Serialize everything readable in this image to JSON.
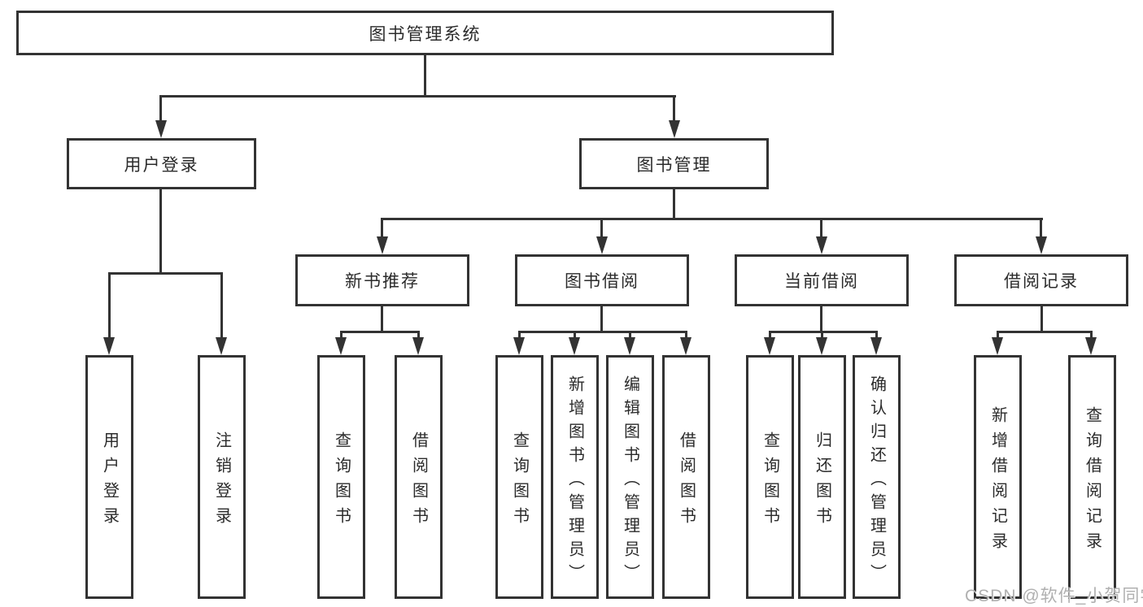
{
  "colors": {
    "line": "#333333",
    "box_border": "#333333",
    "box_bg": "#ffffff",
    "text": "#2b2b2b",
    "background": "#ffffff",
    "watermark": "#b0b0b0"
  },
  "diagram": {
    "root": {
      "label": "图书管理系统"
    },
    "level2": [
      {
        "label": "用户登录",
        "children": [
          {
            "label": "用户登录"
          },
          {
            "label": "注销登录"
          }
        ]
      },
      {
        "label": "图书管理",
        "children": [
          {
            "label": "新书推荐",
            "children": [
              {
                "label": "查询图书"
              },
              {
                "label": "借阅图书"
              }
            ]
          },
          {
            "label": "图书借阅",
            "children": [
              {
                "label": "查询图书"
              },
              {
                "label": "新增图书（管理员）"
              },
              {
                "label": "编辑图书（管理员）"
              },
              {
                "label": "借阅图书"
              }
            ]
          },
          {
            "label": "当前借阅",
            "children": [
              {
                "label": "查询图书"
              },
              {
                "label": "归还图书"
              },
              {
                "label": "确认归还（管理员）"
              }
            ]
          },
          {
            "label": "借阅记录",
            "children": [
              {
                "label": "新增借阅记录"
              },
              {
                "label": "查询借阅记录"
              }
            ]
          }
        ]
      }
    ]
  },
  "watermark": {
    "text": "CSDN @软件_小贺同学"
  }
}
